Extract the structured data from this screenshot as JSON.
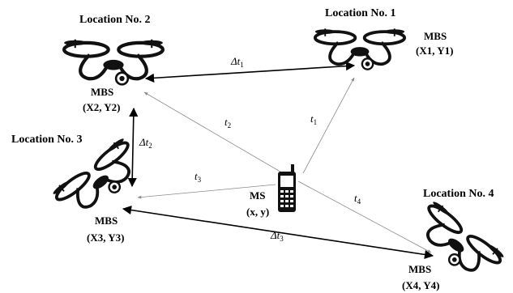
{
  "locations": [
    {
      "label": "Location No. 1",
      "station": "MBS",
      "coord": "(X1, Y1)"
    },
    {
      "label": "Location No. 2",
      "station": "MBS",
      "coord": "(X2, Y2)"
    },
    {
      "label": "Location No. 3",
      "station": "MBS",
      "coord": "(X3, Y3)"
    },
    {
      "label": "Location No. 4",
      "station": "MBS",
      "coord": "(X4, Y4)"
    }
  ],
  "mobile": {
    "label": "MS",
    "coord": "(x, y)"
  },
  "signal_labels": [
    {
      "symbol": "t",
      "index": "1"
    },
    {
      "symbol": "t",
      "index": "2"
    },
    {
      "symbol": "t",
      "index": "3"
    },
    {
      "symbol": "t",
      "index": "4"
    }
  ],
  "delta_labels": [
    {
      "symbol": "Δt",
      "index": "1"
    },
    {
      "symbol": "Δt",
      "index": "2"
    },
    {
      "symbol": "Δt",
      "index": "3"
    }
  ],
  "colors": {
    "line": "#000000",
    "thin_line": "#8a8a8a",
    "drone": "#111111"
  }
}
